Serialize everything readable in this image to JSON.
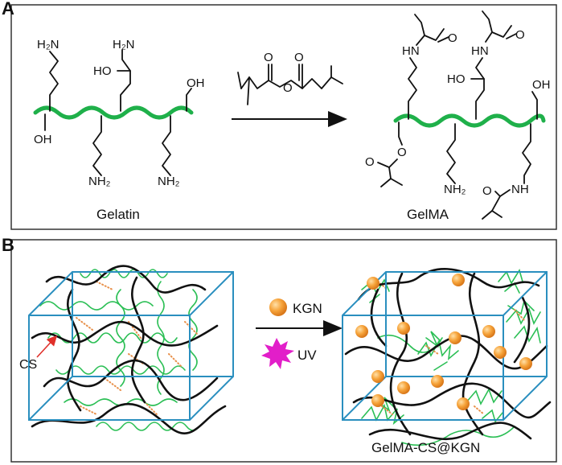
{
  "panel_a": {
    "letter": "A",
    "gelatin_label": "Gelatin",
    "gelma_label": "GelMA",
    "groups": {
      "h2n": "H₂N",
      "nh2": "NH₂",
      "oh": "OH",
      "ho": "HO",
      "hn": "HN",
      "nh": "NH",
      "o": "O"
    }
  },
  "panel_b": {
    "letter": "B",
    "cs_label": "CS",
    "kgn_label": "KGN",
    "uv_label": "UV",
    "product_label": "GelMA-CS@KGN"
  },
  "colors": {
    "backbone": "#1fb04a",
    "cube_edge": "#2a8fbf",
    "kgn_sphere": "#f39a2b",
    "uv_star": "#e21ec9",
    "cs_arrow": "#e0302a",
    "border": "#333333"
  },
  "icons": [
    "kgn-sphere-icon",
    "uv-star-icon",
    "reaction-arrow-icon"
  ]
}
